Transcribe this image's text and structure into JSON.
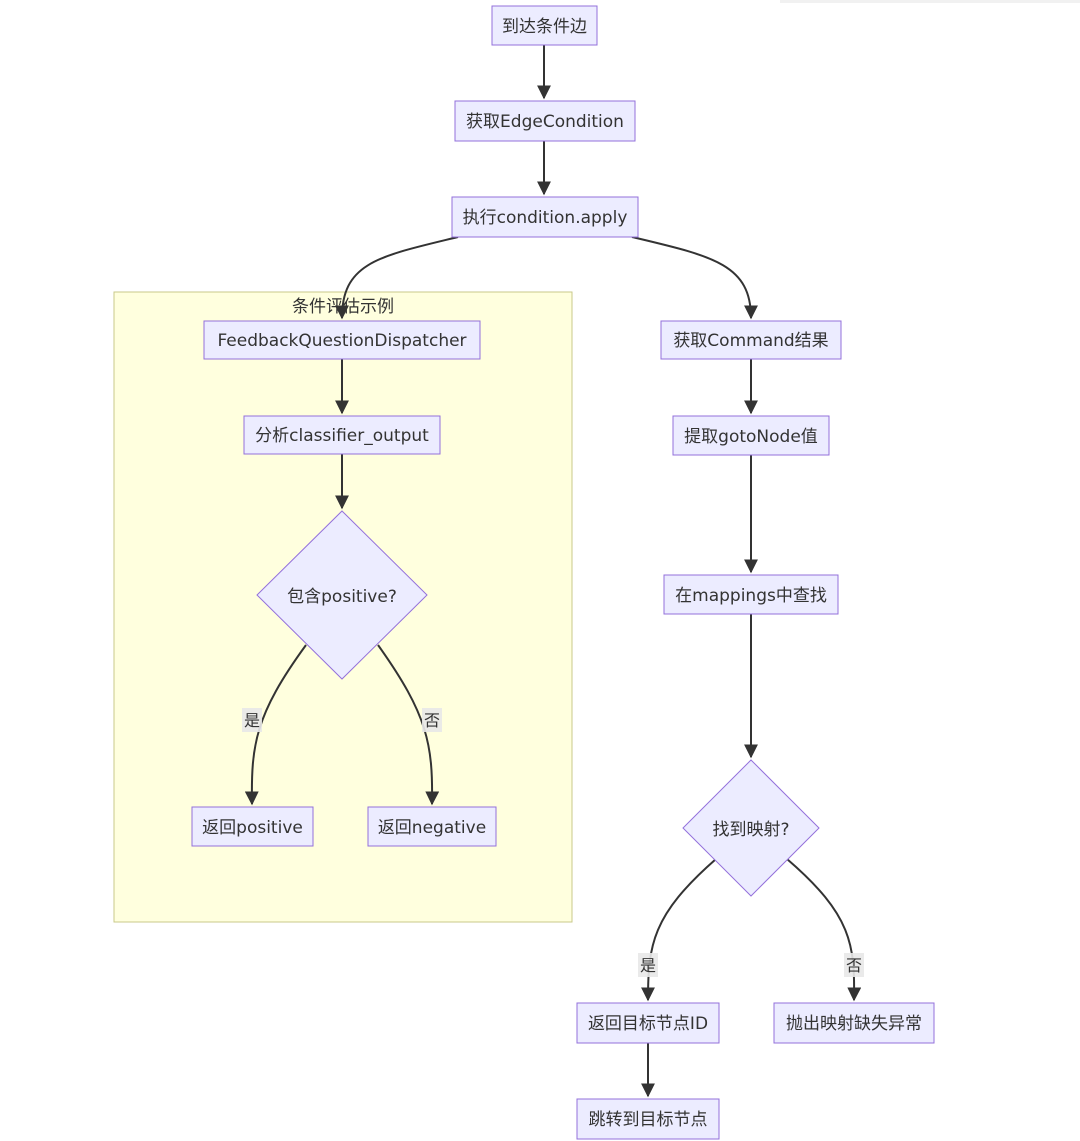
{
  "cluster": {
    "title": "条件评估示例"
  },
  "nodes": {
    "arrive_edge": "到达条件边",
    "get_edge_condition": "获取EdgeCondition",
    "exec_apply": "执行condition.apply",
    "feedback_dispatcher": "FeedbackQuestionDispatcher",
    "analyze_output": "分析classifier_output",
    "contains_positive": "包含positive?",
    "return_positive": "返回positive",
    "return_negative": "返回negative",
    "get_command": "获取Command结果",
    "extract_goto": "提取gotoNode值",
    "lookup_mappings": "在mappings中查找",
    "found_mapping": "找到映射?",
    "return_target_id": "返回目标节点ID",
    "throw_missing": "抛出映射缺失异常",
    "jump_target": "跳转到目标节点"
  },
  "edge_labels": {
    "positive_yes": "是",
    "positive_no": "否",
    "mapping_yes": "是",
    "mapping_no": "否"
  },
  "colors": {
    "node_fill": "#ECECFF",
    "node_stroke": "#9370DB",
    "cluster_fill": "#FFFFDE",
    "cluster_stroke": "#C9C98A",
    "edge": "#333333"
  }
}
